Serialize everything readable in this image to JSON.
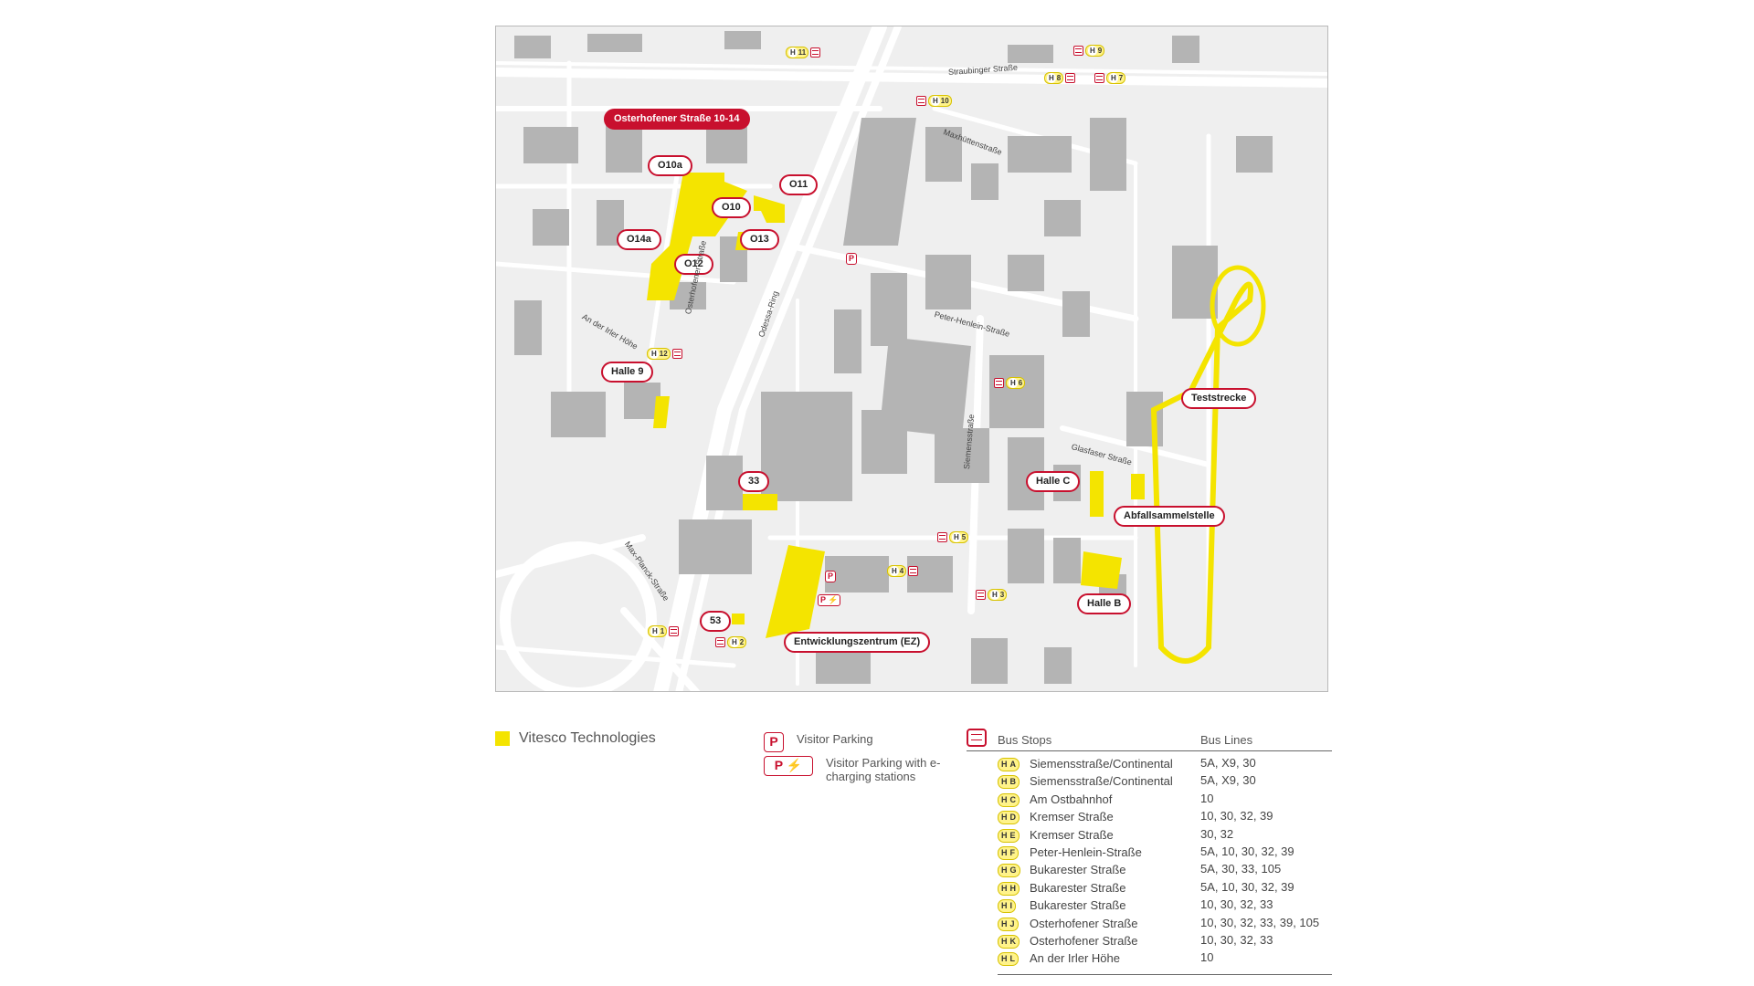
{
  "map": {
    "labels": {
      "osterhofener_top": "Osterhofener Straße 10-14",
      "o10a": "O10a",
      "o10": "O10",
      "o11": "O11",
      "o13": "O13",
      "o14a": "O14a",
      "o12": "O12",
      "halle9": "Halle 9",
      "b33": "33",
      "b53": "53",
      "ez": "Entwicklungszentrum (EZ)",
      "teststrecke": "Teststrecke",
      "halle_c": "Halle C",
      "abfall": "Abfallsammelstelle",
      "halle_b": "Halle B"
    },
    "streets": {
      "straubinger": "Straubinger Straße",
      "maxhuetten": "Maxhüttenstraße",
      "osterhofener": "Osterhofener Straße",
      "odessa": "Odessa-Ring",
      "irler": "An der Irler Höhe",
      "henlein": "Peter-Henlein-Straße",
      "siemens": "Siemensstraße",
      "glasfaser": "Glasfaser Straße",
      "planck": "Max-Planck-Straße"
    },
    "bus_markers": [
      "11",
      "9",
      "8",
      "7",
      "10",
      "12",
      "6",
      "5",
      "4",
      "3",
      "1",
      "2"
    ],
    "parking_symbol": "P",
    "colors": {
      "vitesco": "#f4e400",
      "accent": "#c8102e",
      "building": "#b4b4b4",
      "road": "#ffffff"
    }
  },
  "legend": {
    "vitesco": "Vitesco Technologies",
    "parking_symbol": "P",
    "visitor_parking": "Visitor Parking",
    "visitor_parking_charging": "Visitor Parking with e-charging stations",
    "bus_stops_header": "Bus Stops",
    "bus_lines_header": "Bus Lines",
    "stops": [
      {
        "code": "A",
        "name": "Siemensstraße/Continental",
        "lines": "5A, X9, 30"
      },
      {
        "code": "B",
        "name": "Siemensstraße/Continental",
        "lines": "5A, X9, 30"
      },
      {
        "code": "C",
        "name": "Am Ostbahnhof",
        "lines": "10"
      },
      {
        "code": "D",
        "name": "Kremser Straße",
        "lines": "10, 30, 32, 39"
      },
      {
        "code": "E",
        "name": "Kremser Straße",
        "lines": "30, 32"
      },
      {
        "code": "F",
        "name": "Peter-Henlein-Straße",
        "lines": "5A, 10, 30, 32, 39"
      },
      {
        "code": "G",
        "name": "Bukarester Straße",
        "lines": "5A, 30, 33, 105"
      },
      {
        "code": "H",
        "name": "Bukarester Straße",
        "lines": "5A, 10, 30, 32, 39"
      },
      {
        "code": "I",
        "name": "Bukarester Straße",
        "lines": "10, 30, 32, 33"
      },
      {
        "code": "J",
        "name": "Osterhofener Straße",
        "lines": "10, 30, 32, 33, 39, 105"
      },
      {
        "code": "K",
        "name": "Osterhofener Straße",
        "lines": "10, 30, 32, 33"
      },
      {
        "code": "L",
        "name": "An der Irler Höhe",
        "lines": "10"
      }
    ]
  }
}
